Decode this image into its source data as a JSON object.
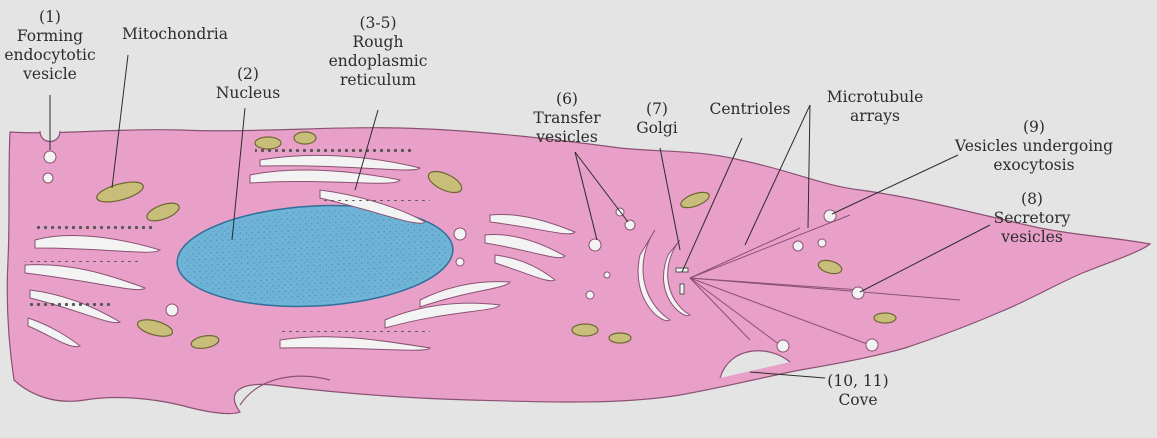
{
  "labels": {
    "forming_endocytotic_vesicle": {
      "number": "(1)",
      "lines": [
        "Forming",
        "endocytotic",
        "vesicle"
      ]
    },
    "mitochondria": {
      "lines": [
        "Mitochondria"
      ]
    },
    "nucleus": {
      "number": "(2)",
      "lines": [
        "Nucleus"
      ]
    },
    "rough_er": {
      "number": "(3-5)",
      "lines": [
        "Rough",
        "endoplasmic",
        "reticulum"
      ]
    },
    "transfer_vesicles": {
      "number": "(6)",
      "lines": [
        "Transfer",
        "vesicles"
      ]
    },
    "golgi": {
      "number": "(7)",
      "lines": [
        "Golgi"
      ]
    },
    "centrioles": {
      "lines": [
        "Centrioles"
      ]
    },
    "microtubule_arrays": {
      "lines": [
        "Microtubule",
        "arrays"
      ]
    },
    "vesicles_exocytosis": {
      "number": "(9)",
      "lines": [
        "Vesicles undergoing",
        "exocytosis"
      ]
    },
    "secretory_vesicles": {
      "number": "(8)",
      "lines": [
        "Secretory",
        "vesicles"
      ]
    },
    "cove": {
      "number": "(10, 11)",
      "lines": [
        "Cove"
      ]
    }
  },
  "colors": {
    "background": "#e4e4e4",
    "cytoplasm": "#e8a0c8",
    "nucleus": "#6fb3d6",
    "mitochondria": "#c8be7a",
    "vesicle": "#f3f3f3",
    "ribosome": "#555555",
    "text": "#2c2c2c"
  }
}
